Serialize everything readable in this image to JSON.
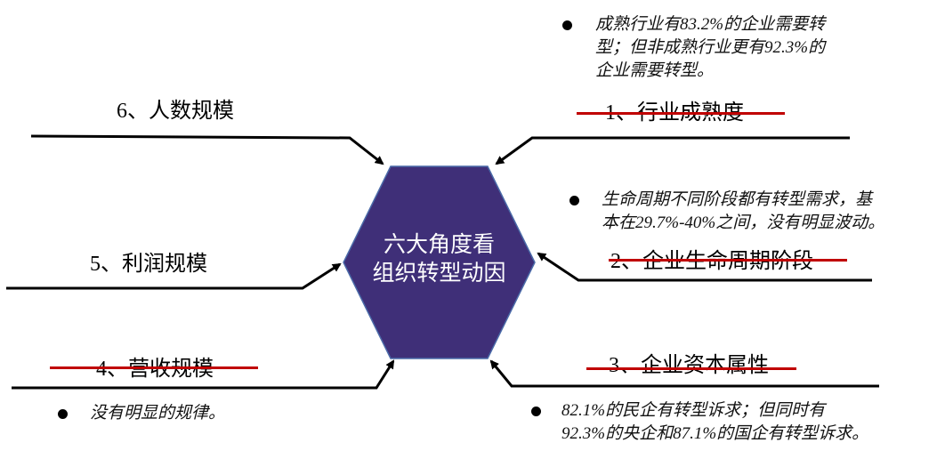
{
  "center": {
    "line1": "六大角度看",
    "line2": "组织转型动因",
    "fill_color": "#3f2f78",
    "border_color": "#4a6aa8"
  },
  "factors": [
    {
      "id": 1,
      "label": "1、行业成熟度",
      "struck": true
    },
    {
      "id": 2,
      "label": "2、企业生命周期阶段",
      "struck": true
    },
    {
      "id": 3,
      "label": "3、企业资本属性",
      "struck": true
    },
    {
      "id": 4,
      "label": "4、营收规模",
      "struck": true
    },
    {
      "id": 5,
      "label": "5、利润规模",
      "struck": false
    },
    {
      "id": 6,
      "label": "6、人数规模",
      "struck": false
    }
  ],
  "notes": {
    "factor1": [
      "成熟行业有83.2%的企业需要转",
      "型；但非成熟行业更有92.3%的",
      "企业需要转型。"
    ],
    "factor2": [
      "生命周期不同阶段都有转型需求，基",
      "本在29.7%-40%之间，没有明显波动。"
    ],
    "factor3": [
      "82.1%的民企有转型诉求；但同时有",
      "92.3%的央企和87.1%的国企有转型诉求。"
    ],
    "factor4": [
      "没有明显的规律。"
    ]
  },
  "colors": {
    "strike": "#c00000",
    "line": "#000000"
  }
}
